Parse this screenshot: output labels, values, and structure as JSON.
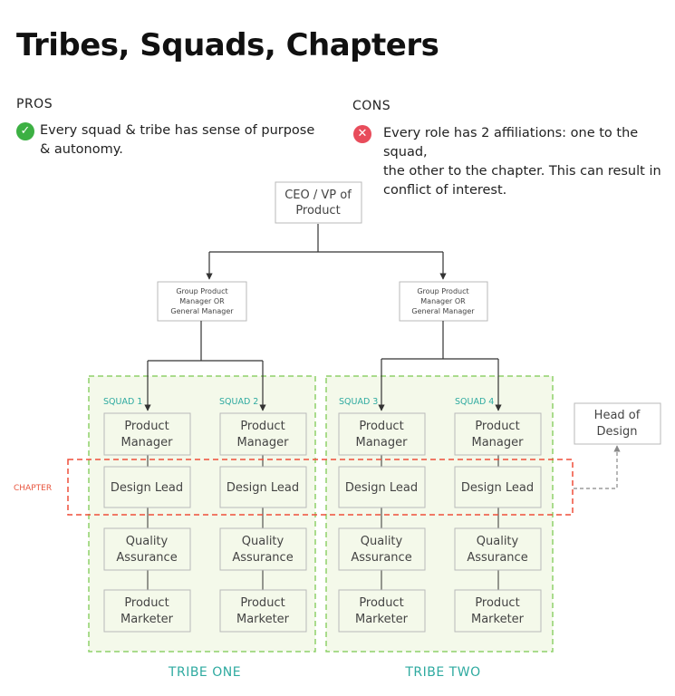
{
  "title": "Tribes, Squads, Chapters",
  "pros": {
    "label": "PROS",
    "icon": "check-circle-icon",
    "color": "#3cb043",
    "lines": [
      "Every squad & tribe has sense of purpose",
      "& autonomy."
    ]
  },
  "cons": {
    "label": "CONS",
    "icon": "x-circle-icon",
    "color": "#e84c5b",
    "lines": [
      "Every role has 2 affiliations: one to the squad,",
      "the other to the chapter. This can result in",
      "conflict of interest."
    ]
  },
  "ceo": [
    "CEO / VP of",
    "Product"
  ],
  "group_managers": [
    [
      "Group Product",
      "Manager OR",
      "General Manager"
    ],
    [
      "Group Product",
      "Manager OR",
      "General Manager"
    ]
  ],
  "squads": [
    {
      "label": "SQUAD 1",
      "roles": [
        [
          "Product",
          "Manager"
        ],
        [
          "Design Lead"
        ],
        [
          "Quality",
          "Assurance"
        ],
        [
          "Product",
          "Marketer"
        ]
      ]
    },
    {
      "label": "SQUAD 2",
      "roles": [
        [
          "Product",
          "Manager"
        ],
        [
          "Design Lead"
        ],
        [
          "Quality",
          "Assurance"
        ],
        [
          "Product",
          "Marketer"
        ]
      ]
    },
    {
      "label": "SQUAD 3",
      "roles": [
        [
          "Product",
          "Manager"
        ],
        [
          "Design Lead"
        ],
        [
          "Quality",
          "Assurance"
        ],
        [
          "Product",
          "Marketer"
        ]
      ]
    },
    {
      "label": "SQUAD 4",
      "roles": [
        [
          "Product",
          "Manager"
        ],
        [
          "Design Lead"
        ],
        [
          "Quality",
          "Assurance"
        ],
        [
          "Product",
          "Marketer"
        ]
      ]
    }
  ],
  "tribes": [
    "TRIBE ONE",
    "TRIBE TWO"
  ],
  "chapter_label": "CHAPTER",
  "head_of_design": [
    "Head of",
    "Design"
  ],
  "colors": {
    "tribe_border": "#8fd16a",
    "tribe_fill": "#f4f9ea",
    "chapter_border": "#ef4f3a",
    "box_border": "#b9b9b9",
    "line": "#333333",
    "accent_text": "#2eaaa0"
  }
}
